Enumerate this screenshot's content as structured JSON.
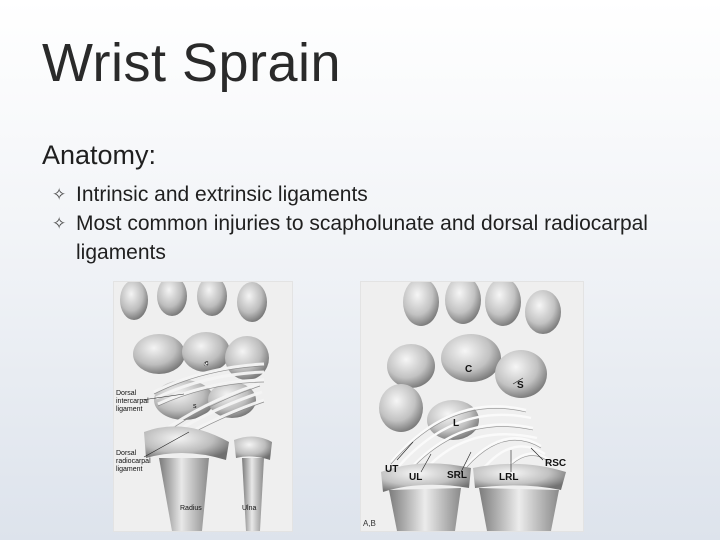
{
  "slide": {
    "title": "Wrist Sprain",
    "section_heading": "Anatomy:",
    "bullets": [
      {
        "text": "Intrinsic and extrinsic ligaments"
      },
      {
        "text": "Most common injuries to scapholunate and dorsal radiocarpal ligaments"
      }
    ],
    "bullet_glyph": "✧"
  },
  "figure_left": {
    "labels": {
      "c": "c",
      "s": "s",
      "dorsal_intercarpal": "Dorsal intercarpal ligament",
      "dorsal_radiocarpal": "Dorsal radiocarpal ligament",
      "radius": "Radius",
      "ulna": "Ulna"
    }
  },
  "figure_right": {
    "labels": {
      "C": "C",
      "S": "S",
      "L": "L",
      "UT": "UT",
      "UL": "UL",
      "SRL": "SRL",
      "LRL": "LRL",
      "RSC": "RSC",
      "caption": "A,B"
    }
  }
}
